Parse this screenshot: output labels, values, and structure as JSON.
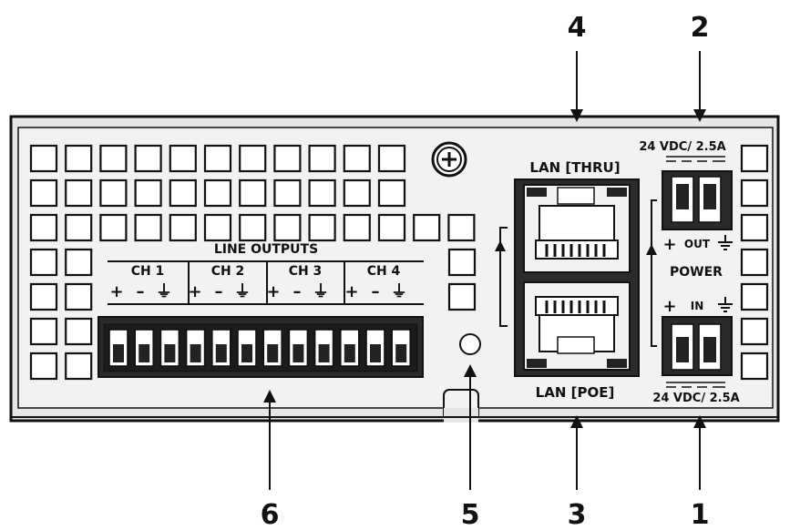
{
  "callouts": [
    "1",
    "2",
    "3",
    "4",
    "5",
    "6"
  ],
  "line_outputs": {
    "title": "LINE OUTPUTS",
    "channels": [
      "CH 1",
      "CH 2",
      "CH 3",
      "CH 4"
    ],
    "polarity_plus": "+",
    "polarity_minus": "–",
    "ground_symbol": "⏚"
  },
  "lan": {
    "thru_label": "LAN [THRU]",
    "poe_label": "LAN [POE]"
  },
  "power": {
    "title": "POWER",
    "rating_top": "24 VDC/ 2.5A",
    "rating_bottom": "24 VDC/ 2.5A",
    "out_label": "OUT",
    "in_label": "IN",
    "plus": "+",
    "ground_symbol": "⏚"
  },
  "icons": {
    "screw": "phillips-screw-icon",
    "led": "status-led-icon"
  }
}
